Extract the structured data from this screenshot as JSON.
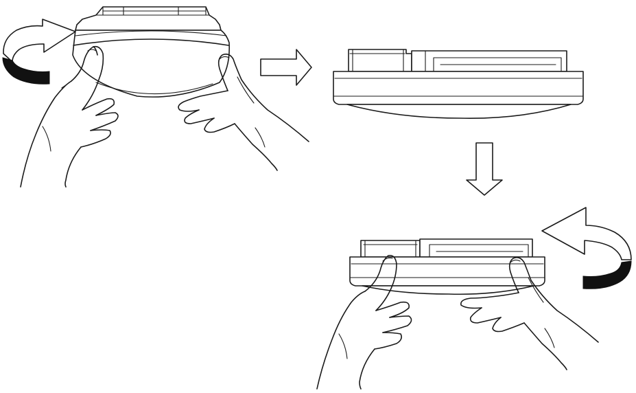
{
  "diagram": {
    "steps": [
      {
        "id": 1,
        "action": "rotate-counterclockwise-remove"
      },
      {
        "id": 2,
        "action": "detached-device"
      },
      {
        "id": 3,
        "action": "rotate-clockwise-attach"
      }
    ],
    "colors": {
      "line": "#1a1a1a",
      "rotation_arrow_dark": "#111111",
      "background": "#ffffff"
    },
    "icons": [
      "curved-rotation-arrow-icon",
      "right-arrow-icon",
      "down-arrow-icon"
    ]
  }
}
